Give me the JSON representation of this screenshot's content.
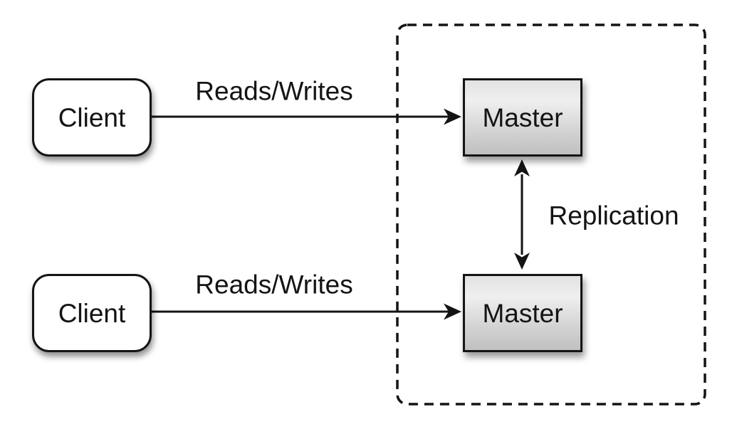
{
  "colors": {
    "background": "#ffffff",
    "stroke": "#141414",
    "client_fill": "#ffffff",
    "master_fill_top": "#efefef",
    "master_fill_bottom": "#c0c0c0"
  },
  "nodes": {
    "client_top": {
      "label": "Client"
    },
    "client_bottom": {
      "label": "Client"
    },
    "master_top": {
      "label": "Master"
    },
    "master_bottom": {
      "label": "Master"
    }
  },
  "edges": {
    "reads_writes_top": {
      "label": "Reads/Writes"
    },
    "reads_writes_bottom": {
      "label": "Reads/Writes"
    },
    "replication": {
      "label": "Replication"
    }
  }
}
